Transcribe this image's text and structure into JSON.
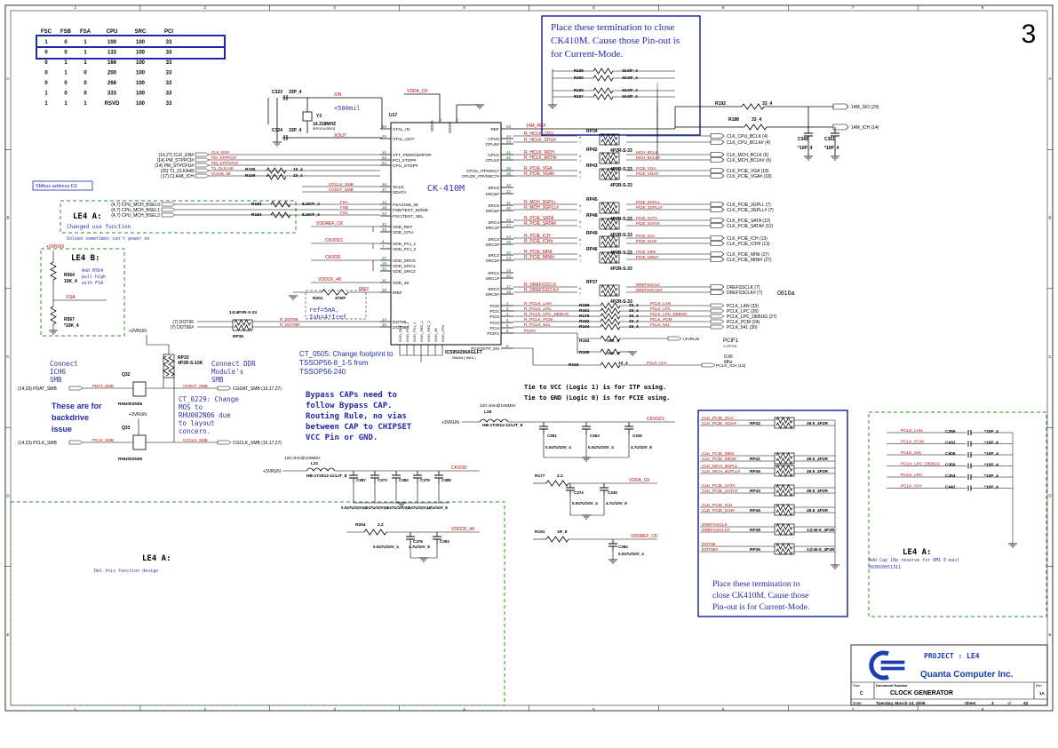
{
  "sheet": {
    "number": "3",
    "border_cols": [
      "1",
      "2",
      "3",
      "4",
      "5",
      "6",
      "7",
      "8"
    ],
    "border_rows": [
      "A",
      "B",
      "C",
      "D",
      "E"
    ]
  },
  "colors": {
    "wire": "#000000",
    "net": "#c00000",
    "note": "#3333aa",
    "box": "#1f2aa8",
    "green": "#2e8b2e",
    "pin": "#1a6b1a"
  },
  "freq_table": {
    "headers": [
      "FSC",
      "FSB",
      "FSA",
      "CPU",
      "SRC",
      "PCI"
    ],
    "rows": [
      [
        "1",
        "0",
        "1",
        "100",
        "100",
        "33"
      ],
      [
        "0",
        "0",
        "1",
        "133",
        "100",
        "33"
      ],
      [
        "0",
        "1",
        "1",
        "166",
        "100",
        "33"
      ],
      [
        "0",
        "1",
        "0",
        "200",
        "100",
        "33"
      ],
      [
        "0",
        "0",
        "0",
        "266",
        "100",
        "33"
      ],
      [
        "1",
        "0",
        "0",
        "333",
        "100",
        "33"
      ],
      [
        "1",
        "1",
        "1",
        "RSVD",
        "100",
        "33"
      ]
    ]
  },
  "notes": {
    "termination_top": [
      "Place these termination to close",
      "CK410M. Cause those Pin-out is",
      "for Current-Mode."
    ],
    "termination_bottom": [
      "Place these termination to",
      "close CK410M. Cause those",
      "Pin-out is for Current-Mode."
    ],
    "ct0505": [
      "CT_0505: Change footprint to",
      "TSSOP56-8_1-5 from",
      "TSSOP56-240"
    ],
    "bypass": [
      "Bypass CAPs need to",
      "follow Bypass CAP.",
      "Routing Rule, no vias",
      "between CAP to CHIPSET",
      "VCC Pin or GND."
    ],
    "itp": [
      "Tie to VCC (Logic 1) is for ITP using.",
      "Tie to GND (Logic 0) is for PCIE using."
    ],
    "connect_ich": [
      "Connect",
      "ICH6",
      "SMB"
    ],
    "connect_ddr": [
      "Connect DDR",
      "Module's",
      "SMB"
    ],
    "ct0229": [
      "CT_0229: Change",
      "MOS to",
      "RHU002N06 due",
      "to layout",
      "concern."
    ],
    "backdrive": [
      "These are for",
      "backdrive",
      "issue"
    ],
    "le4a_1": "LE4 A:",
    "le4a_1_sub": "Changed use function",
    "le4a_1_sub2": "Solved sometimes can't power on",
    "le4b": "LE4 B:",
    "le4b_sub": [
      "Add R564",
      "pull high",
      "with FSA"
    ],
    "le4a_2": "LE4 A:",
    "le4a_2_sub": "Del this function design",
    "le4a_3": "LE4 A:",
    "le4a_3_sub": [
      "Add Cap 10p reserve for EMI E-mail",
      "093020051311"
    ],
    "smbus": "SMbus address:D2",
    "res_note": [
      "ref=5mA,",
      "Ioh=4*Iref"
    ],
    "less500": "<500mil",
    "label_0816a": "0816a"
  },
  "ic": {
    "ref": "U17",
    "name": "CK-410M",
    "part": "ICS954206AGLFT",
    "part2": "250MA ( MAX )",
    "left_pins": [
      {
        "num": "50",
        "name": "XTAL_IN"
      },
      {
        "num": "49",
        "name": "XTAL_OUT"
      },
      {
        "num": "10",
        "name": "VTT_PWRGD#/PD#"
      },
      {
        "num": "53",
        "name": "PCI_STOP#"
      },
      {
        "num": "54",
        "name": "CPU_STOP#"
      },
      {
        "num": "46",
        "name": "SCLK"
      },
      {
        "num": "47",
        "name": "SDATA"
      },
      {
        "num": "12",
        "name": "FSA/USB_48"
      },
      {
        "num": "16",
        "name": "FSB/TEST_MODE"
      },
      {
        "num": "53",
        "name": "FSC/TEST_SEL"
      },
      {
        "num": "42",
        "name": "VDD_REF"
      },
      {
        "num": "48",
        "name": "VDD_CPU"
      },
      {
        "num": "1",
        "name": "VDD_PCI_1"
      },
      {
        "num": "7",
        "name": "VDD_PCI_2"
      },
      {
        "num": "21",
        "name": "VDD_SRC0"
      },
      {
        "num": "28",
        "name": "VDD_SRC1"
      },
      {
        "num": "34",
        "name": "VDD_SRC2"
      },
      {
        "num": "11",
        "name": "VDD_48"
      },
      {
        "num": "39",
        "name": "IREF"
      },
      {
        "num": "14",
        "name": "DOT96"
      },
      {
        "num": "15",
        "name": "DOT96#"
      }
    ],
    "right_pins": [
      {
        "num": "52",
        "name": "REF"
      },
      {
        "num": "44",
        "name": "CPU0"
      },
      {
        "num": "43",
        "name": "CPU0#"
      },
      {
        "num": "41",
        "name": "CPU1"
      },
      {
        "num": "40",
        "name": "CPU1#"
      },
      {
        "num": "36",
        "name": "CPU2_ITP/SRC7"
      },
      {
        "num": "35",
        "name": "CPU2#_ITP/SRC7#"
      },
      {
        "num": "33",
        "name": "SRC6"
      },
      {
        "num": "32",
        "name": "SRC6#"
      },
      {
        "num": "31",
        "name": "SRC5"
      },
      {
        "num": "30",
        "name": "SRC5#"
      },
      {
        "num": "26",
        "name": "SRC4"
      },
      {
        "num": "27",
        "name": "SRC4#"
      },
      {
        "num": "24",
        "name": "SRC3"
      },
      {
        "num": "25",
        "name": "SRC3#"
      },
      {
        "num": "22",
        "name": "SRC2"
      },
      {
        "num": "23",
        "name": "SRC2#"
      },
      {
        "num": "19",
        "name": "SRC1"
      },
      {
        "num": "20",
        "name": "SRC1#"
      },
      {
        "num": "17",
        "name": "SRC0"
      },
      {
        "num": "18",
        "name": "SRC0#"
      },
      {
        "num": "2",
        "name": "PCI0"
      },
      {
        "num": "3",
        "name": "PCI1"
      },
      {
        "num": "4",
        "name": "PCI2"
      },
      {
        "num": "5",
        "name": "PCI3"
      },
      {
        "num": "6",
        "name": "PCI4"
      },
      {
        "num": "9",
        "name": "PCIF1"
      },
      {
        "num": "8",
        "name": "PCIF0/ITP_EN"
      }
    ],
    "top_pins": [
      "VDDA",
      "VSSA"
    ],
    "bottom_pins": [
      "GND_REF",
      "GND_PCI_1",
      "GND_PCI_2",
      "GND_SRC_1",
      "GND_SRC_2",
      "GND_48",
      "GND_CPU"
    ]
  },
  "crystal": {
    "ref": "Y2",
    "freq": "14.318MHZ",
    "part": "5R0X14/0R18",
    "c1": "C323",
    "c1v": "33P_4",
    "c2": "C324",
    "c2v": "33P_4"
  },
  "nets_left": [
    {
      "label": "(14,27)  CLK_EN#",
      "net": "CLK_EN#"
    },
    {
      "label": "(14)  PM_STPPCI#",
      "net": "PM_STPPCI#"
    },
    {
      "label": "(14)  PM_STPCPU#",
      "net": "PM_STPCPU#"
    },
    {
      "label": "(25)  T1_CLKA48",
      "net": "T1_CLKA48"
    },
    {
      "label": "(17)  CLK48_ICH",
      "net": "CLK48_48"
    }
  ],
  "cpu_sel": [
    {
      "label": "(4,7)  CPU_MCH_BSEL0",
      "r": "R183",
      "v": "8.2K/F_4",
      "net": "FSA"
    },
    {
      "label": "(4,7)  CPU_MCH_BSEL1",
      "r": "",
      "v": "",
      "net": "FSB"
    },
    {
      "label": "(4,7)  CPU_MCH_BSEL2",
      "r": "R184",
      "v": "8.2K/F_4",
      "net": "FSC"
    }
  ],
  "right_outputs": [
    {
      "rp": "RP34",
      "in": "R_HCLK_CPU",
      "out": "CLK_CPU_BCLK",
      "pg": "(4)"
    },
    {
      "rp": "",
      "in": "R_HCLK_CPU#",
      "out": "CLK_CPU_BCLK#",
      "pg": "(4)"
    },
    {
      "rp": "RP42",
      "in": "R_HCLK_MCH",
      "out": "CLK_MCH_BCLK",
      "pg": "(6)"
    },
    {
      "rp": "",
      "in": "R_HCLK_MCH#",
      "out": "CLK_MCH_BCLK#",
      "pg": "(6)"
    },
    {
      "rp": "RP43",
      "in": "R_PCIE_VGA",
      "out": "CLK_PCIE_VGA",
      "pg": "(18)"
    },
    {
      "rp": "",
      "in": "R_PCIE_VGA#",
      "out": "CLK_PCIE_VGA#",
      "pg": "(18)"
    },
    {
      "rp": "RP45",
      "in": "R_MCH_3GPLL",
      "out": "CLK_PCIE_3GPLL",
      "pg": "(7)"
    },
    {
      "rp": "",
      "in": "R_MCH_3GPLL#",
      "out": "CLK_PCIE_3GPLL#",
      "pg": "(7)"
    },
    {
      "rp": "RP48",
      "in": "R_PCIE_SATA",
      "out": "CLK_PCIE_SATA",
      "pg": "(12)"
    },
    {
      "rp": "",
      "in": "R_PCIE_SATA#",
      "out": "CLK_PCIE_SATA#",
      "pg": "(12)"
    },
    {
      "rp": "RP49",
      "in": "R_PCIE_ICH",
      "out": "CLK_PCIE_ICH",
      "pg": "(13)"
    },
    {
      "rp": "",
      "in": "R_PCIE_ICH#",
      "out": "CLK_PCIE_ICH#",
      "pg": "(13)"
    },
    {
      "rp": "RP46",
      "in": "R_PCIE_MINI",
      "out": "CLK_PCIE_MINI",
      "pg": "(27)"
    },
    {
      "rp": "",
      "in": "R_PCIE_MINI#",
      "out": "CLK_PCIE_MINI#",
      "pg": "(27)"
    },
    {
      "rp": "RP37",
      "in": "R_DREFSSCLK",
      "out": "DREFSSCLK",
      "pg": "(7)"
    },
    {
      "rp": "",
      "in": "R_DREFSSCLK#",
      "out": "DREFSSCLK#",
      "pg": "(7)"
    }
  ],
  "rp_value": "4P2R-S-33",
  "pci_outputs": [
    {
      "r": "R186",
      "in": "R_PCLK_LAN",
      "v": "33_4",
      "out": "PCLK_LAN",
      "pg": "(33)"
    },
    {
      "r": "R161",
      "in": "R_PCLK_LPC",
      "v": "33_4",
      "out": "PCLK_LPC",
      "pg": "(26)"
    },
    {
      "r": "R176",
      "in": "R_PCLK_LPC_DEBUG",
      "v": "33_4",
      "out": "PCLK_LPC_DEBUG",
      "pg": "(27)"
    },
    {
      "r": "R182",
      "in": "R_PCLK_PCM",
      "v": "33_4",
      "out": "PCLK_PCM",
      "pg": "(24)"
    },
    {
      "r": "R194",
      "in": "R_PCLK_541",
      "v": "33_4",
      "out": "PCLK_541",
      "pg": "(30)"
    }
  ],
  "ref_outputs": [
    {
      "r": "R192",
      "v": "33_4",
      "out": "14M_SIO",
      "pg": "(29)"
    },
    {
      "r": "R188",
      "v": "33_4",
      "out": "14M_ICH",
      "pg": "(14)"
    }
  ],
  "ref_caps": [
    {
      "ref": "C366",
      "v": "*10P_4"
    },
    {
      "ref": "C361",
      "v": "*10P_4"
    }
  ],
  "top_rnets": [
    {
      "r": "R198",
      "v": "49.9/F_4"
    },
    {
      "r": "R200",
      "v": "49.9/F_4"
    },
    {
      "r": "R199",
      "v": "49.9/F_4"
    },
    {
      "r": "R197",
      "v": "49.9/F_4"
    }
  ],
  "misc": {
    "xin": "XIN",
    "xout": "XOUT",
    "vdda": "VDDA_CK",
    "ref14": "14M_REF",
    "ckvdd": "CKVDD",
    "ckvdd1": "CKVDD1",
    "vddck48": "VDDCK_48",
    "vddref": "VDDREF_CK",
    "iref": "IREF",
    "r201": "R201",
    "r201v": "475/F",
    "rp35": "RP35",
    "rp35v": "1@4P2R-S-33",
    "dot96": "(7)  DOT96",
    "dot96n": "(7)  DOT96#",
    "rdot": "R_DOT96",
    "rdotn": "R_DOT96#",
    "pcif1": "PCIF1",
    "pcif1_1": "1=ITP EN",
    "mhz": [
      "0.96",
      "Mhz"
    ],
    "r183": "R183",
    "r183v": "10K_4",
    "r185": "R185",
    "r185v": "10K_4",
    "r193": "R193",
    "r193v": "33_4",
    "pclkich": "PCLK_ICH",
    "pclkich_pg": "(13)",
    "vcc3": "+3VRUN",
    "r195": "R195",
    "r190": "R190",
    "r195v": "10_4",
    "r190v": "10_4",
    "cgclk": "CGCLK_SMB",
    "cgdat": "CGDAT_SMB"
  },
  "smb": {
    "r564": "R564",
    "r564v": "10K_4",
    "r567": "R567",
    "r567v": "*10K_4",
    "fsa": "FSA",
    "v3": "+3VRUN",
    "rp33": "RP33",
    "rp33v": "4P2R-S-10K",
    "q32": "Q32",
    "q33": "Q33",
    "qpart": "RHU002N06",
    "pdat": "(14,23)  PDAT_SMB",
    "pclk": "(14,23)  PCLK_SMB",
    "cgdat": "CGDAT_SMB  (16,17,27)",
    "cgclk": "CGCLK_SMB  (16,17,27)",
    "pdat_net": "PDAT_SMB",
    "pclk_net": "PCLK_SMB"
  },
  "power": {
    "l31": "L31",
    "l31d": "120 ohm@100Mhz",
    "l31p": "HB-1T2012-121JT_8",
    "l28": "L28",
    "l28d": "120 ohm@100Mhz",
    "l28p": "HB-1T2012-121JT_8",
    "caps1": [
      {
        "ref": "C387",
        "v": "0.047U/10V_4"
      },
      {
        "ref": "C373",
        "v": "0.047U/10V_4"
      },
      {
        "ref": "C383",
        "v": "0.047U/10V_4"
      },
      {
        "ref": "C379",
        "v": "0.047U/10V_4"
      },
      {
        "ref": "C389",
        "v": "4.7U/10V_8"
      }
    ],
    "caps2": [
      {
        "ref": "C351",
        "v": "0.047U/10V_4"
      },
      {
        "ref": "C363",
        "v": "0.047U/10V_4"
      },
      {
        "ref": "C326",
        "v": "4.7U/10V_8"
      }
    ],
    "caps3": [
      {
        "ref": "C374",
        "v": "0.047U/10V_4"
      },
      {
        "ref": "C340",
        "v": "4.7U/10V_8"
      }
    ],
    "caps4": [
      {
        "ref": "C376",
        "v": "0.047U/10V_4"
      },
      {
        "ref": "C393",
        "v": "4.7U/10V_8"
      }
    ],
    "c384": {
      "ref": "C384",
      "v": "0.047U/10V_4"
    },
    "r177": "R177",
    "r177v": "2.2",
    "r204": "R204",
    "r204v": "2.2",
    "r191": "R191",
    "r191v": "1R_8",
    "v3": "+3VRUN",
    "ckvdd": "CKVDD",
    "ckvdd1": "CKVDD1",
    "vddck48": "VDDCK_48",
    "vdda": "VDDA_CK",
    "vddref": "VDDREF_CK"
  },
  "emi_rps": [
    {
      "a": "CLK_PCIE_VGA",
      "b": "CLK_PCIE_VGA#",
      "rp": "RP42",
      "v": "49.9_4P2R"
    },
    {
      "a": "CLK_PCIE_MINI",
      "b": "CLK_PCIE_MINI#",
      "rp": "RP41",
      "v": "49.9_4P2R"
    },
    {
      "a": "CLK_MCH_3GPLL",
      "b": "CLK_MCH_3GPLL#",
      "rp": "RP46",
      "v": "49.9_4P2R"
    },
    {
      "a": "CLK_PCIE_SATA",
      "b": "CLK_PCIE_SATA#",
      "rp": "RP43",
      "v": "49.9_4P2R"
    },
    {
      "a": "CLK_PCIE_ICH",
      "b": "CLK_PCIE_ICH#",
      "rp": "RP45",
      "v": "49.9_4P2R"
    },
    {
      "a": "DREFSSCLK",
      "b": "DREFSSCLK#",
      "rp": "RP38",
      "v": "1@49.9_4P2R"
    },
    {
      "a": "DOT96",
      "b": "DOT96#",
      "rp": "RP36",
      "v": "1@49.9_4P2R"
    }
  ],
  "emi_caps": [
    {
      "net": "PCLK_LAN",
      "ref": "C359",
      "v": "*10P_4"
    },
    {
      "net": "PCLK_PCM",
      "ref": "C432",
      "v": "*10P_4"
    },
    {
      "net": "PCLK_541",
      "ref": "C506",
      "v": "*10P_4"
    },
    {
      "net": "PCLK_LPC_DEBUG",
      "ref": "C350",
      "v": "*10P_4"
    },
    {
      "net": "PCLK_LPC",
      "ref": "C353",
      "v": "*10P_4"
    },
    {
      "net": "PCLK_ICH",
      "ref": "C442",
      "v": "*10P_4"
    }
  ],
  "titleblock": {
    "project": "PROJECT : LE4",
    "company": "Quanta Computer Inc.",
    "size_label": "Size",
    "size": "C",
    "docnum_label": "Document Number",
    "doc": "CLOCK GENERATOR",
    "rev_label": "Rev",
    "rev": "1A",
    "date_label": "Date:",
    "date": "Tuesday, March 14, 2006",
    "sheet_label": "Sheet",
    "sheet": "3",
    "of": "of",
    "total": "42"
  }
}
